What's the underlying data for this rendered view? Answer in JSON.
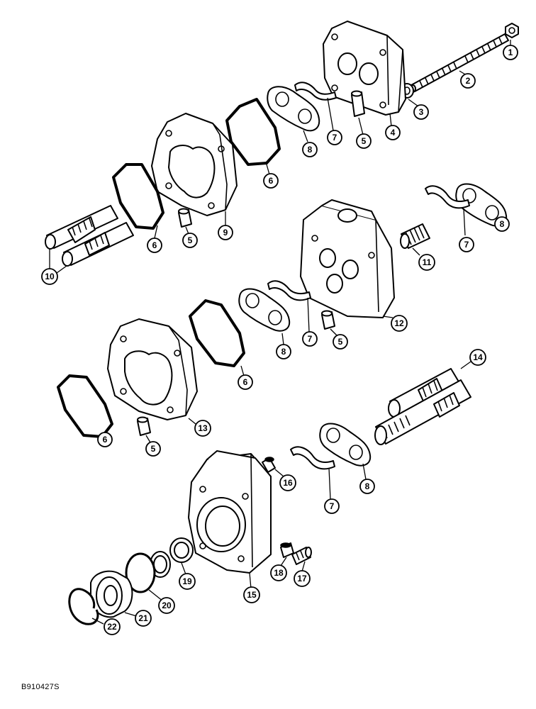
{
  "figure_id": "B910427S",
  "callouts": [
    {
      "key": "c1",
      "label": "1"
    },
    {
      "key": "c2",
      "label": "2"
    },
    {
      "key": "c3",
      "label": "3"
    },
    {
      "key": "c4",
      "label": "4"
    },
    {
      "key": "c5a",
      "label": "5"
    },
    {
      "key": "c5b",
      "label": "5"
    },
    {
      "key": "c5c",
      "label": "5"
    },
    {
      "key": "c5d",
      "label": "5"
    },
    {
      "key": "c6a",
      "label": "6"
    },
    {
      "key": "c6b",
      "label": "6"
    },
    {
      "key": "c6c",
      "label": "6"
    },
    {
      "key": "c6d",
      "label": "6"
    },
    {
      "key": "c7a",
      "label": "7"
    },
    {
      "key": "c7b",
      "label": "7"
    },
    {
      "key": "c7c",
      "label": "7"
    },
    {
      "key": "c7d",
      "label": "7"
    },
    {
      "key": "c8a",
      "label": "8"
    },
    {
      "key": "c8b",
      "label": "8"
    },
    {
      "key": "c8c",
      "label": "8"
    },
    {
      "key": "c8d",
      "label": "8"
    },
    {
      "key": "c9",
      "label": "9"
    },
    {
      "key": "c10",
      "label": "10"
    },
    {
      "key": "c11",
      "label": "11"
    },
    {
      "key": "c12",
      "label": "12"
    },
    {
      "key": "c13",
      "label": "13"
    },
    {
      "key": "c14",
      "label": "14"
    },
    {
      "key": "c15",
      "label": "15"
    },
    {
      "key": "c16",
      "label": "16"
    },
    {
      "key": "c17",
      "label": "17"
    },
    {
      "key": "c18",
      "label": "18"
    },
    {
      "key": "c19",
      "label": "19"
    },
    {
      "key": "c20",
      "label": "20"
    },
    {
      "key": "c21",
      "label": "21"
    },
    {
      "key": "c22",
      "label": "22"
    }
  ]
}
